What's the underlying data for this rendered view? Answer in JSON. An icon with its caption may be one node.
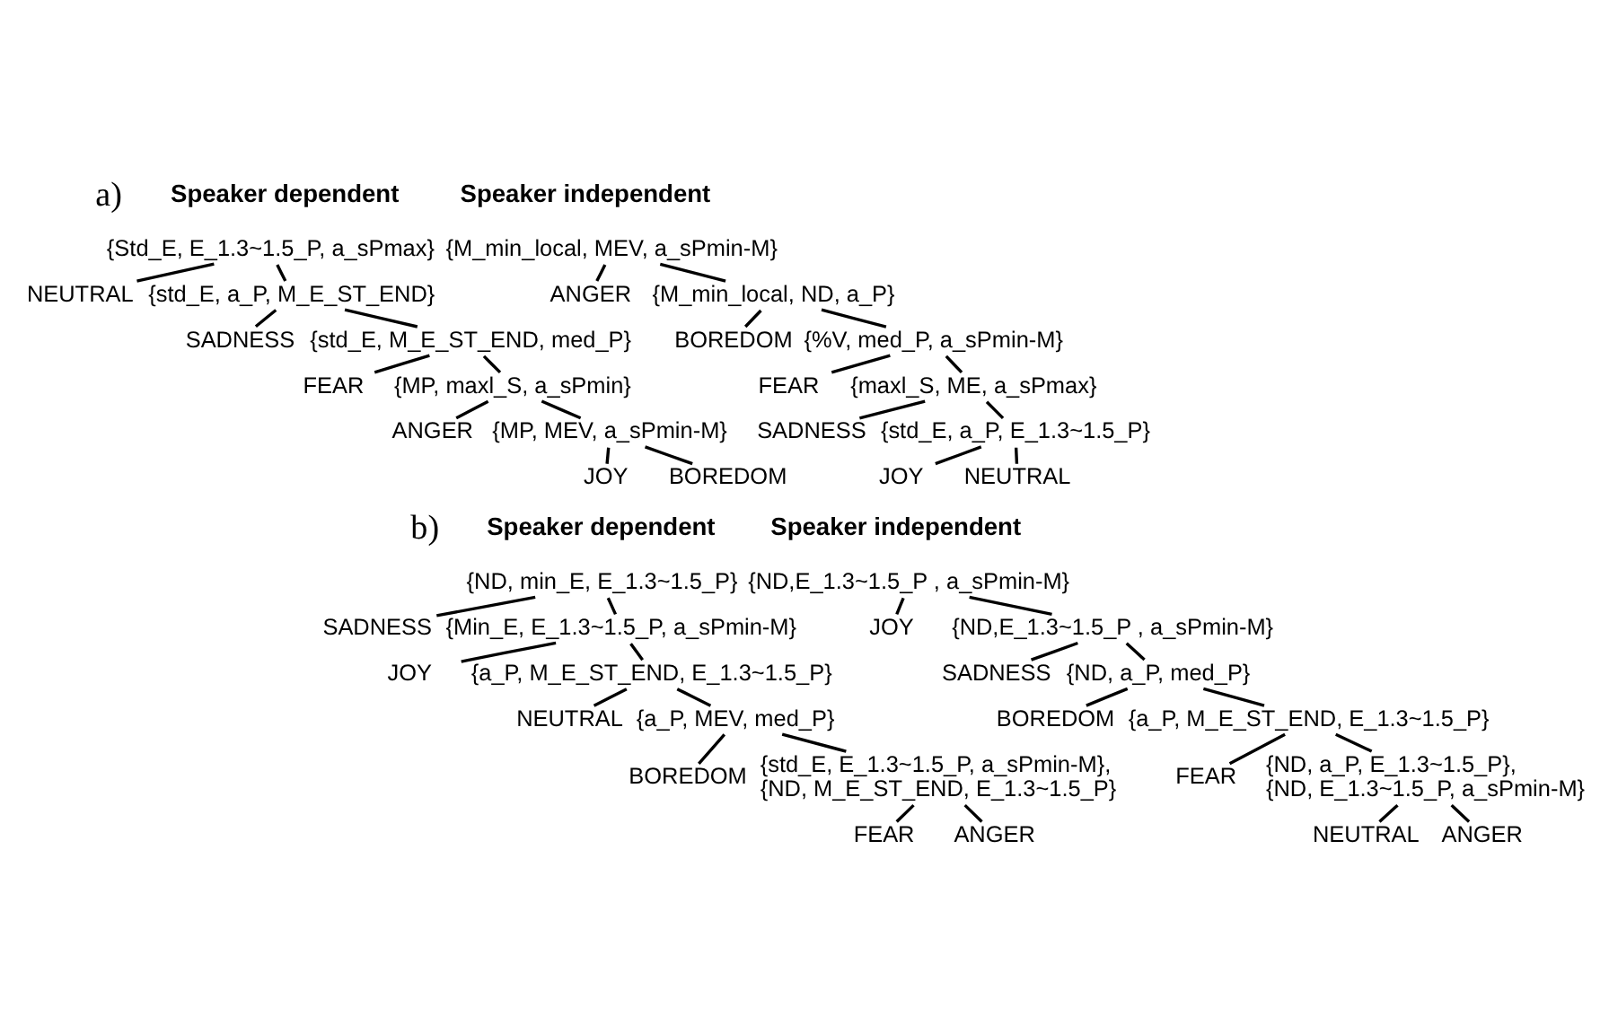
{
  "diagram": {
    "nodes": [
      {
        "text": [
          "{Std_E, E_1.3~1.5_P, a_sPmax}"
        ]
      },
      {
        "text": [
          "NEUTRAL"
        ]
      },
      {
        "text": [
          "{std_E, a_P, M_E_ST_END}"
        ]
      },
      {
        "text": [
          "SADNESS"
        ]
      },
      {
        "text": [
          "{std_E, M_E_ST_END, med_P}"
        ]
      },
      {
        "text": [
          "FEAR"
        ]
      },
      {
        "text": [
          "{MP, maxl_S, a_sPmin}"
        ]
      },
      {
        "text": [
          "ANGER"
        ]
      },
      {
        "text": [
          "{MP, MEV, a_sPmin-M}"
        ]
      },
      {
        "text": [
          "JOY"
        ]
      },
      {
        "text": [
          "BOREDOM"
        ]
      },
      {
        "text": [
          "{M_min_local, MEV, a_sPmin-M}"
        ]
      },
      {
        "text": [
          "ANGER"
        ]
      },
      {
        "text": [
          "{M_min_local, ND, a_P}"
        ]
      },
      {
        "text": [
          "BOREDOM"
        ]
      },
      {
        "text": [
          "{%V, med_P, a_sPmin-M}"
        ]
      },
      {
        "text": [
          "FEAR"
        ]
      },
      {
        "text": [
          "{maxl_S, ME, a_sPmax}"
        ]
      },
      {
        "text": [
          "SADNESS"
        ]
      },
      {
        "text": [
          "{std_E, a_P, E_1.3~1.5_P}"
        ]
      },
      {
        "text": [
          "JOY"
        ]
      },
      {
        "text": [
          "NEUTRAL"
        ]
      },
      {
        "text": [
          "{ND, min_E, E_1.3~1.5_P}"
        ]
      },
      {
        "text": [
          "SADNESS"
        ]
      },
      {
        "text": [
          "{Min_E, E_1.3~1.5_P, a_sPmin-M}"
        ]
      },
      {
        "text": [
          "JOY"
        ]
      },
      {
        "text": [
          "{a_P, M_E_ST_END, E_1.3~1.5_P}"
        ]
      },
      {
        "text": [
          "NEUTRAL"
        ]
      },
      {
        "text": [
          "{a_P, MEV, med_P}"
        ]
      },
      {
        "text": [
          "BOREDOM"
        ]
      },
      {
        "text": [
          "{std_E, E_1.3~1.5_P, a_sPmin-M}, {ND, M_E_ST_END, E_1.3~1.5_P}"
        ]
      },
      {
        "text": [
          "FEAR"
        ]
      },
      {
        "text": [
          "ANGER"
        ]
      },
      {
        "text": [
          "{ND,E_1.3~1.5_P , a_sPmin-M}"
        ]
      },
      {
        "text": [
          "JOY"
        ]
      },
      {
        "text": [
          "{ND,E_1.3~1.5_P , a_sPmin-M}"
        ]
      },
      {
        "text": [
          "SADNESS"
        ]
      },
      {
        "text": [
          "{ND, a_P, med_P}"
        ]
      },
      {
        "text": [
          "BOREDOM"
        ]
      },
      {
        "text": [
          "{a_P, M_E_ST_END, E_1.3~1.5_P}"
        ]
      },
      {
        "text": [
          "FEAR"
        ]
      },
      {
        "text": [
          "{ND, a_P, E_1.3~1.5_P}, {ND, E_1.3~1.5_P, a_sPmin-M}"
        ]
      },
      {
        "text": [
          "NEUTRAL"
        ]
      },
      {
        "text": [
          "ANGER"
        ]
      }
    ],
    "edges": [
      {
        "from": 0,
        "to": 1,
        "arrow": "none"
      },
      {
        "from": 0,
        "to": 2,
        "arrow": "none"
      },
      {
        "from": 2,
        "to": 3,
        "arrow": "none"
      },
      {
        "from": 2,
        "to": 4,
        "arrow": "none"
      },
      {
        "from": 4,
        "to": 5,
        "arrow": "none"
      },
      {
        "from": 4,
        "to": 6,
        "arrow": "none"
      },
      {
        "from": 6,
        "to": 7,
        "arrow": "none"
      },
      {
        "from": 6,
        "to": 8,
        "arrow": "none"
      },
      {
        "from": 8,
        "to": 9,
        "arrow": "none"
      },
      {
        "from": 8,
        "to": 10,
        "arrow": "none"
      },
      {
        "from": 11,
        "to": 12,
        "arrow": "none"
      },
      {
        "from": 11,
        "to": 13,
        "arrow": "none"
      },
      {
        "from": 13,
        "to": 14,
        "arrow": "none"
      },
      {
        "from": 13,
        "to": 15,
        "arrow": "none"
      },
      {
        "from": 15,
        "to": 16,
        "arrow": "none"
      },
      {
        "from": 15,
        "to": 17,
        "arrow": "none"
      },
      {
        "from": 17,
        "to": 18,
        "arrow": "none"
      },
      {
        "from": 17,
        "to": 19,
        "arrow": "none"
      },
      {
        "from": 19,
        "to": 20,
        "arrow": "none"
      },
      {
        "from": 19,
        "to": 21,
        "arrow": "none"
      },
      {
        "from": 22,
        "to": 23,
        "arrow": "none"
      },
      {
        "from": 22,
        "to": 24,
        "arrow": "none"
      },
      {
        "from": 24,
        "to": 25,
        "arrow": "none"
      },
      {
        "from": 24,
        "to": 26,
        "arrow": "none"
      },
      {
        "from": 26,
        "to": 27,
        "arrow": "none"
      },
      {
        "from": 26,
        "to": 28,
        "arrow": "none"
      },
      {
        "from": 28,
        "to": 29,
        "arrow": "none"
      },
      {
        "from": 28,
        "to": 30,
        "arrow": "none"
      },
      {
        "from": 30,
        "to": 31,
        "arrow": "none"
      },
      {
        "from": 30,
        "to": 32,
        "arrow": "none"
      },
      {
        "from": 33,
        "to": 34,
        "arrow": "none"
      },
      {
        "from": 33,
        "to": 35,
        "arrow": "none"
      },
      {
        "from": 35,
        "to": 36,
        "arrow": "none"
      },
      {
        "from": 35,
        "to": 37,
        "arrow": "none"
      },
      {
        "from": 37,
        "to": 38,
        "arrow": "none"
      },
      {
        "from": 37,
        "to": 39,
        "arrow": "none"
      },
      {
        "from": 39,
        "to": 40,
        "arrow": "none"
      },
      {
        "from": 39,
        "to": 41,
        "arrow": "none"
      },
      {
        "from": 41,
        "to": 42,
        "arrow": "none"
      },
      {
        "from": 41,
        "to": 43,
        "arrow": "none"
      }
    ],
    "labels": [
      "a)",
      "Speaker dependent",
      "Speaker independent",
      "b)",
      "Speaker dependent",
      "Speaker independent"
    ]
  }
}
